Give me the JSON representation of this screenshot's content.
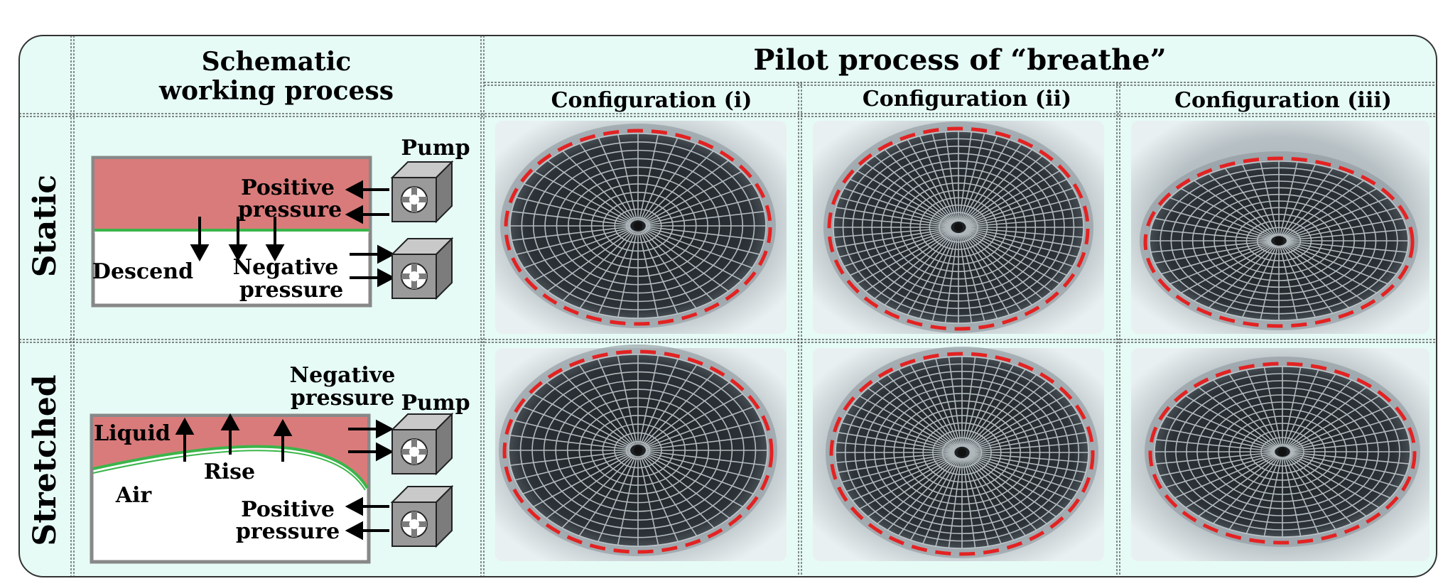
{
  "header": {
    "schematic_line1": "Schematic",
    "schematic_line2": "working process",
    "pilot_title": "Pilot process of “breathe”",
    "configs": [
      "Configuration (i)",
      "Configuration (ii)",
      "Configuration (iii)"
    ]
  },
  "rows": {
    "static": "Static",
    "stretched": "Stretched"
  },
  "static_schematic": {
    "pump": "Pump",
    "positive_1": "Positive",
    "positive_2": "pressure",
    "negative_1": "Negative",
    "negative_2": "pressure",
    "descend": "Descend"
  },
  "stretched_schematic": {
    "negative_1": "Negative",
    "negative_2": "pressure",
    "pump": "Pump",
    "liquid": "Liquid",
    "rise": "Rise",
    "air": "Air",
    "positive_1": "Positive",
    "positive_2": "pressure"
  },
  "colors": {
    "panel_bg": "#e6fbf6",
    "liquid": "#d97b7b",
    "membrane": "#3bb54a",
    "dash_ellipse": "#e32222",
    "pump_face": "#9a9a9a"
  },
  "icons": [
    "pump-box-icon",
    "arrow-icon",
    "web-membrane-photo"
  ]
}
